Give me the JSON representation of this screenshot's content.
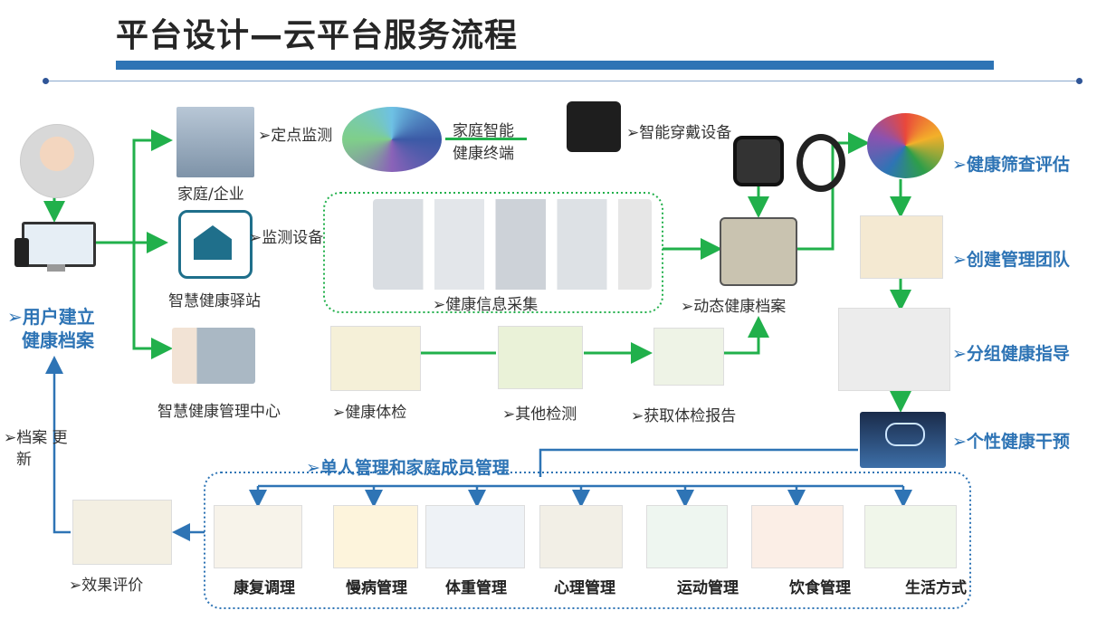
{
  "title": "平台设计—云平台服务流程",
  "user": {
    "label_line1": "➢用户建立",
    "label_line2": "健康档案"
  },
  "archive_update": {
    "line1": "➢档案 更",
    "line2": "新"
  },
  "branches": {
    "home": "家庭/企业",
    "station": "智慧健康驿站",
    "center": "智慧健康管理中心"
  },
  "flow": {
    "fixed_monitor": "➢定点监测",
    "home_terminal_line1": "家庭智能",
    "home_terminal_line2": "健康终端",
    "monitor_device": "➢监测设备",
    "info_collect": "➢健康信息采集",
    "wearable": "➢智能穿戴设备",
    "dynamic_archive": "➢动态健康档案",
    "checkup": "➢健康体检",
    "other_test": "➢其他检测",
    "get_report": "➢获取体检报告"
  },
  "right_steps": [
    "➢健康筛查评估",
    "➢创建管理团队",
    "➢分组健康指导",
    "➢个性健康干预"
  ],
  "management_header": "➢单人管理和家庭成员管理",
  "management_items": [
    "康复调理",
    "慢病管理",
    "体重管理",
    "心理管理",
    "运动管理",
    "饮食管理",
    "生活方式"
  ],
  "effect_eval": "➢效果评价",
  "colors": {
    "green": "#21b04b",
    "blue": "#2e74b5",
    "title_bar": "#2e74b5"
  }
}
